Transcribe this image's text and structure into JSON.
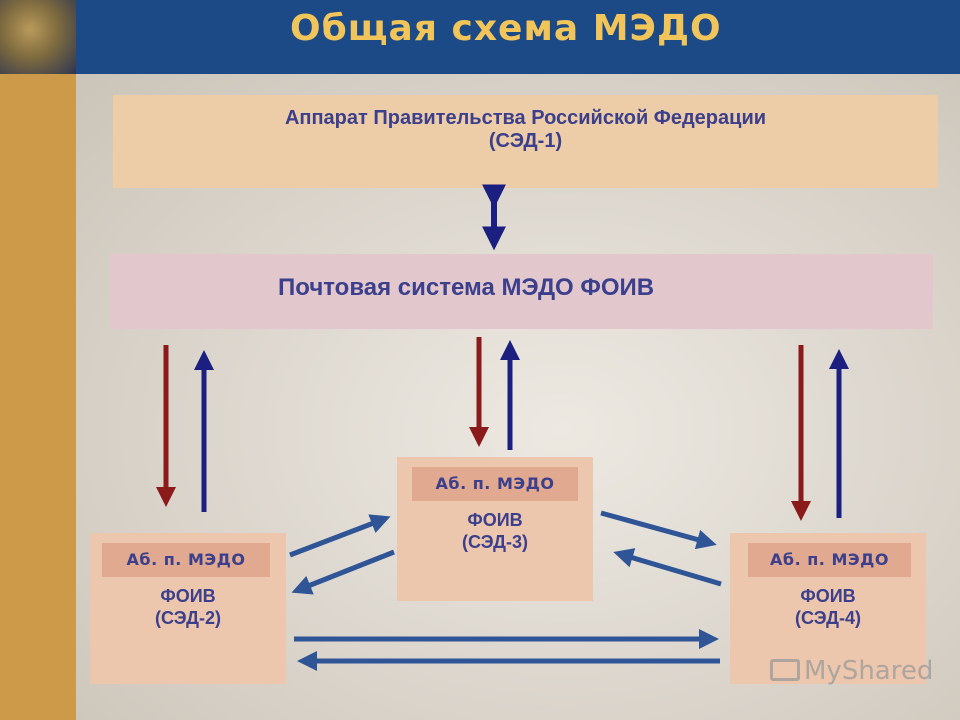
{
  "header": {
    "title": "Общая схема МЭДО"
  },
  "top_box": {
    "line1": "Аппарат Правительства Российской Федерации",
    "line2": "(СЭД-1)"
  },
  "mail_box": {
    "label": "Почтовая система МЭДО ФОИВ"
  },
  "nodes": [
    {
      "badge": "Аб. п. МЭДО",
      "name": "ФОИВ",
      "code": "(СЭД-2)"
    },
    {
      "badge": "Аб. п. МЭДО",
      "name": "ФОИВ",
      "code": "(СЭД-3)"
    },
    {
      "badge": "Аб. п. МЭДО",
      "name": "ФОИВ",
      "code": "(СЭД-4)"
    }
  ],
  "watermark": {
    "text": "MyShared"
  },
  "colors": {
    "header_bg": "#1b4a86",
    "title": "#f2c55a",
    "text": "#3b3f8c",
    "arrow_red": "#8b1a1a",
    "arrow_blue": "#1a1f80",
    "arrow_steel": "#2f5596"
  }
}
